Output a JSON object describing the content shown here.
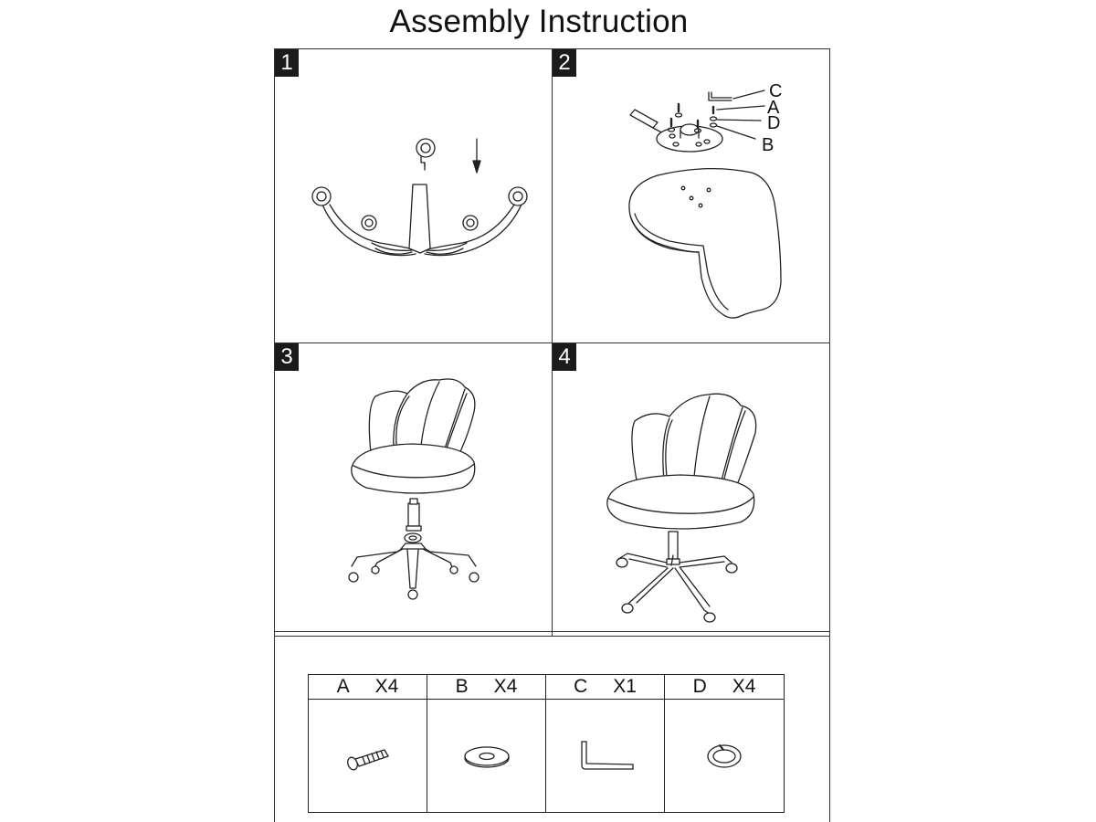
{
  "title": "Assembly Instruction",
  "steps": [
    {
      "number": "1"
    },
    {
      "number": "2",
      "callouts": [
        "C",
        "A",
        "D",
        "B"
      ]
    },
    {
      "number": "3"
    },
    {
      "number": "4"
    }
  ],
  "parts": [
    {
      "letter": "A",
      "qty": "X4",
      "icon": "screw-icon"
    },
    {
      "letter": "B",
      "qty": "X4",
      "icon": "flat-washer-icon"
    },
    {
      "letter": "C",
      "qty": "X1",
      "icon": "allen-key-icon"
    },
    {
      "letter": "D",
      "qty": "X4",
      "icon": "spring-washer-icon"
    }
  ]
}
